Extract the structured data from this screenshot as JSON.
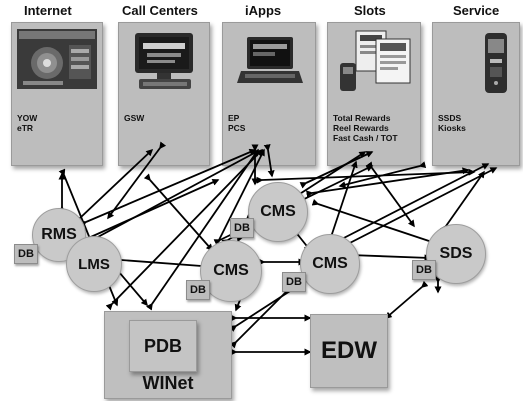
{
  "categories": {
    "internet": {
      "title": "Internet",
      "lines": [
        "YOW",
        "eTR"
      ]
    },
    "call_centers": {
      "title": "Call Centers",
      "lines": [
        "GSW"
      ]
    },
    "iapps": {
      "title": "iApps",
      "lines": [
        "EP",
        "PCS"
      ]
    },
    "slots": {
      "title": "Slots",
      "lines": [
        "Total Rewards",
        "Reel Rewards",
        "Fast Cash / TOT"
      ]
    },
    "service": {
      "title": "Service",
      "lines": [
        "SSDS",
        "Kiosks"
      ]
    }
  },
  "nodes": {
    "rms": "RMS",
    "lms": "LMS",
    "cms_top": "CMS",
    "cms_mid": "CMS",
    "cms_right": "CMS",
    "sds": "SDS",
    "db": "DB",
    "pdb": "PDB",
    "winet": "WINet",
    "edw": "EDW"
  },
  "colors": {
    "panel": "#bdbdbd",
    "node": "#c9c9c9",
    "arrow": "#000000"
  }
}
